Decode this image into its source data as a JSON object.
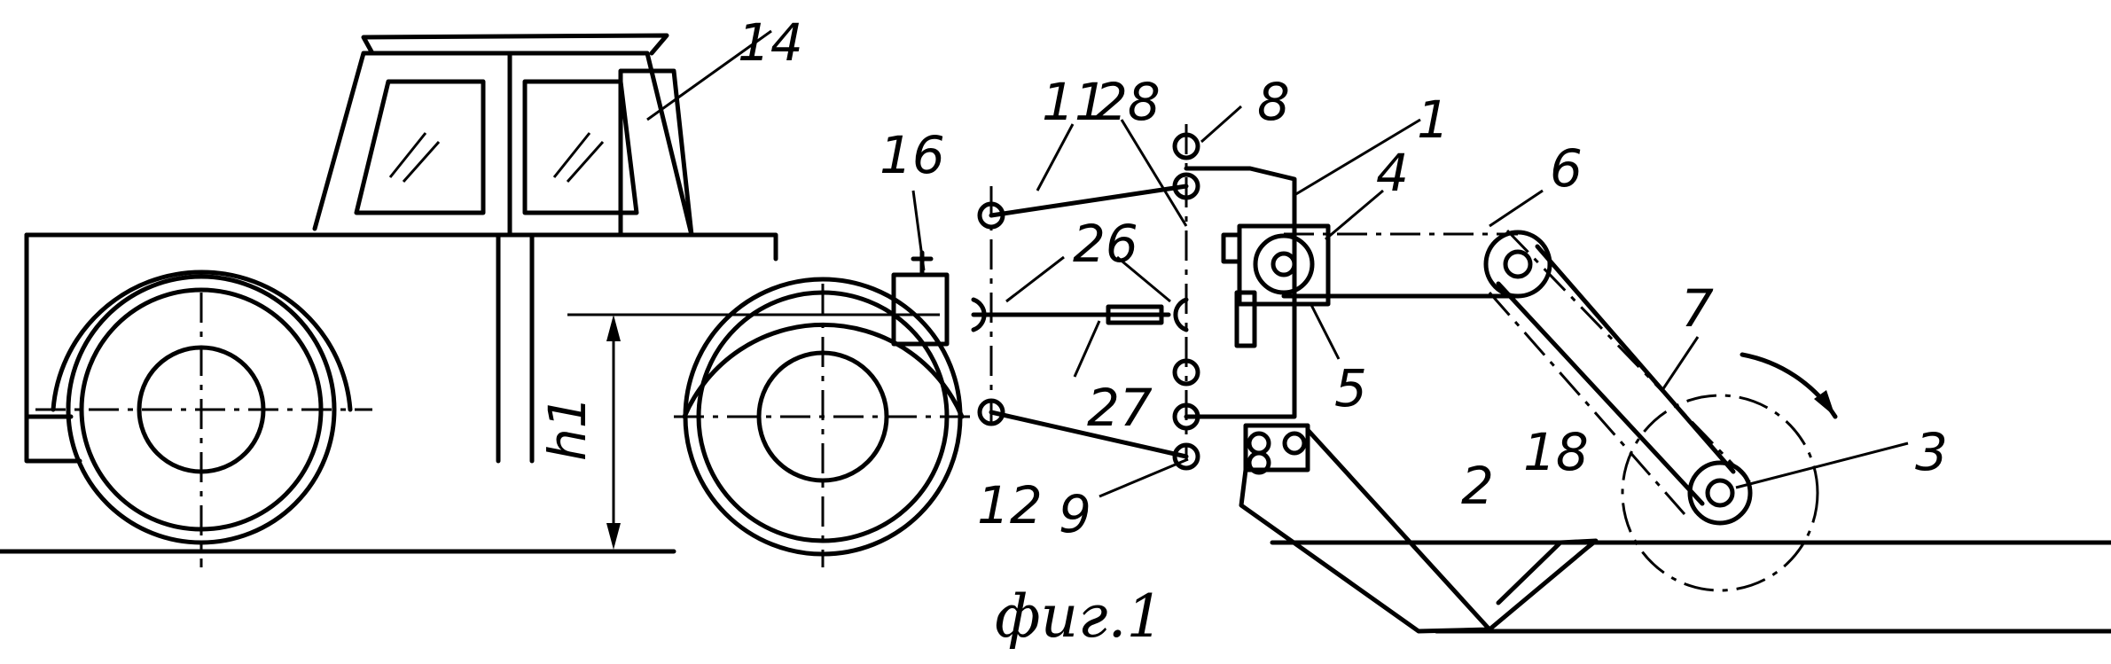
{
  "figure": {
    "caption": "фиг.1",
    "labels": {
      "l1": "1",
      "l2": "2",
      "l3": "3",
      "l4": "4",
      "l5": "5",
      "l6": "6",
      "l7": "7",
      "l8": "8",
      "l9": "9",
      "l11": "11",
      "l12": "12",
      "l14": "14",
      "l16": "16",
      "l18": "18",
      "l26": "26",
      "l27": "27",
      "l28": "28",
      "h1": "h1"
    }
  }
}
